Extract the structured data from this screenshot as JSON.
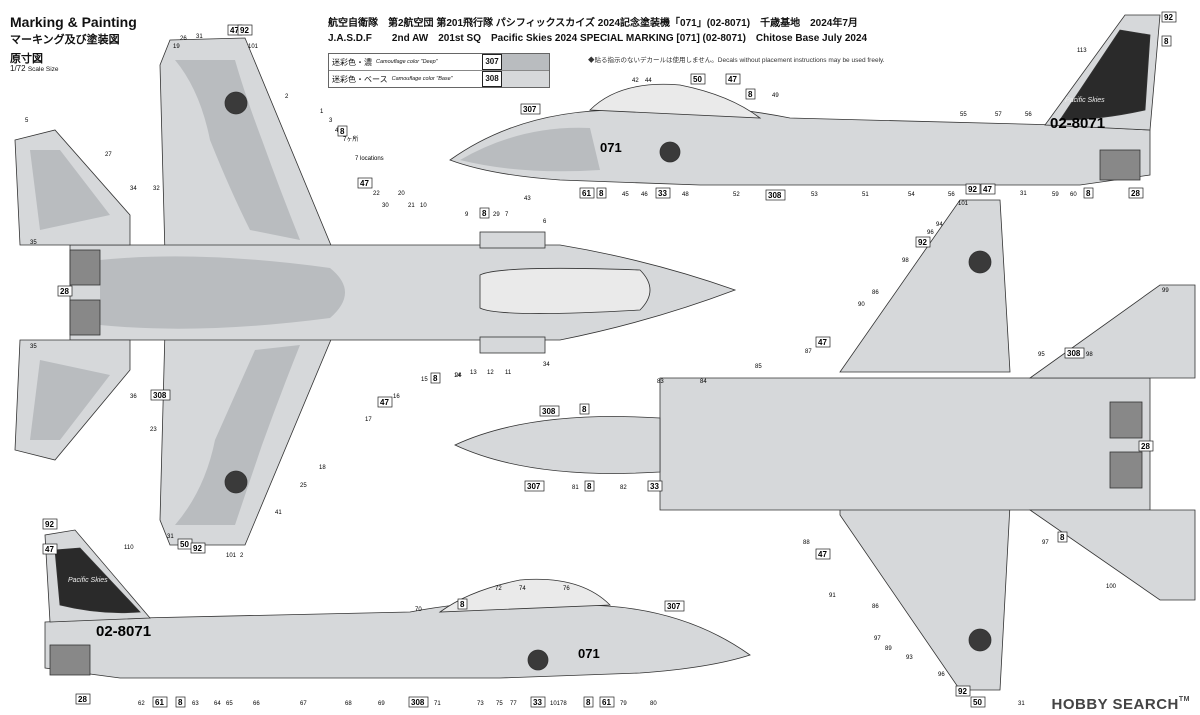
{
  "header": {
    "title_en": "Marking & Painting",
    "title_jp": "マーキング及び塗装図",
    "orig_size_jp": "原寸図",
    "scale": "1/72",
    "scale_label": "Scale Size",
    "line1_jp": "航空自衛隊　第2航空団 第201飛行隊 パシフィックスカイズ 2024記念塗装機「071」(02-8071)　千歳基地　2024年7月",
    "line2_en": "J.A.S.D.F　　2nd AW　201st SQ　Pacific Skies 2024 SPECIAL MARKING [071] (02-8071)　Chitose Base July 2024",
    "note": "◆貼る指示のないデカールは使用しません。Decals without placement instructions may be used freely."
  },
  "legend": [
    {
      "jp": "迷彩色・濃",
      "en": "Camouflage color \"Deep\"",
      "code": "307",
      "color": "#b9bcbf"
    },
    {
      "jp": "迷彩色・ベース",
      "en": "Camouflage color \"Base\"",
      "code": "308",
      "color": "#d6d8da"
    }
  ],
  "colors": {
    "deep": "#b9bcbf",
    "base": "#d6d8da",
    "outline": "#333333",
    "hinomaru": "#3a3a3a"
  },
  "aircraft": {
    "serial_tail": "02-8071",
    "nose_number": "071",
    "tail_logo": "Pacific Skies"
  },
  "callouts": {
    "top_view": [
      "47",
      "92",
      "101",
      "26",
      "19",
      "31",
      "2",
      "1",
      "3",
      "4",
      "5",
      "27",
      "8",
      "7ヶ所",
      "7 locations",
      "22",
      "20",
      "47",
      "30",
      "21",
      "10",
      "34",
      "32",
      "9",
      "8",
      "29",
      "7",
      "6",
      "35",
      "28",
      "35",
      "14",
      "13",
      "12",
      "11",
      "34",
      "36",
      "308",
      "23",
      "15",
      "8",
      "24",
      "47",
      "16",
      "17",
      "18",
      "25",
      "41",
      "31",
      "50",
      "92",
      "101",
      "2"
    ],
    "right_side": [
      "42",
      "44",
      "50",
      "47",
      "8",
      "49",
      "307",
      "55",
      "57",
      "56",
      "113",
      "92",
      "8",
      "02-8071",
      "071",
      "43",
      "61",
      "8",
      "45",
      "46",
      "33",
      "48",
      "52",
      "308",
      "53",
      "51",
      "54",
      "56",
      "92",
      "47",
      "59",
      "60",
      "8",
      "28"
    ],
    "bottom_view": [
      "101",
      "31",
      "94",
      "96",
      "92",
      "98",
      "86",
      "90",
      "99",
      "87",
      "47",
      "95",
      "308",
      "98",
      "85",
      "83",
      "84",
      "308",
      "8",
      "307",
      "81",
      "8",
      "82",
      "33",
      "28",
      "97",
      "8",
      "88",
      "47",
      "91",
      "86",
      "97",
      "89",
      "93",
      "96",
      "100",
      "92",
      "31",
      "50"
    ],
    "left_side": [
      "92",
      "47",
      "110",
      "8",
      "72",
      "74",
      "76",
      "307",
      "70",
      "02-8071",
      "071",
      "28",
      "62",
      "61",
      "8",
      "63",
      "64",
      "65",
      "66",
      "67",
      "68",
      "69",
      "308",
      "71",
      "73",
      "75",
      "33",
      "101",
      "77",
      "78",
      "8",
      "61",
      "79",
      "80"
    ]
  },
  "watermark": {
    "brand": "HOBBY SEARCH",
    "tm": "TM"
  }
}
